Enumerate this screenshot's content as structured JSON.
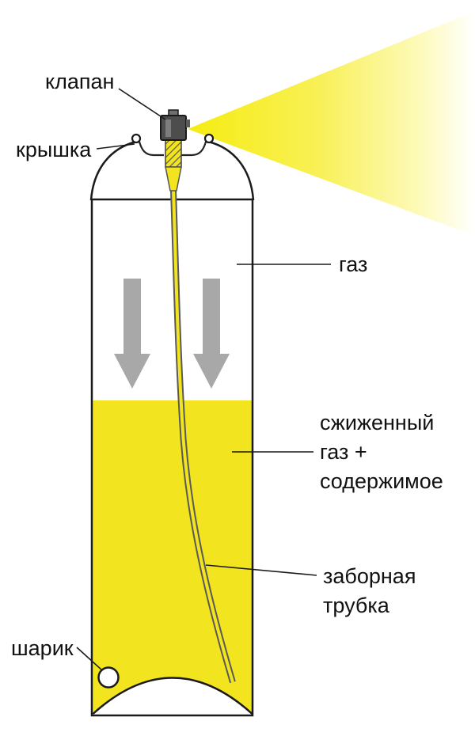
{
  "diagram": {
    "labels": {
      "valve": "клапан",
      "cap": "крышка",
      "gas": "газ",
      "liquefied": [
        "сжиженный",
        "газ +",
        "содержимое"
      ],
      "tube": [
        "заборная",
        "трубка"
      ],
      "ball": "шарик"
    },
    "colors": {
      "liquid_yellow": "#f2e41e",
      "spray_yellow": "#f6ec12",
      "arrow_gray": "#a8a8a8",
      "outline_black": "#1a1a1a"
    }
  }
}
